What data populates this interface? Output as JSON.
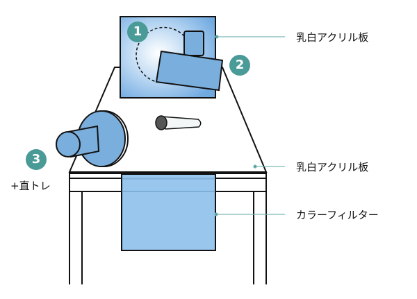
{
  "labels": {
    "acrylic_top": "乳白アクリル板",
    "acrylic_table": "乳白アクリル板",
    "color_filter": "カラーフィルター",
    "extra": "+直トレ"
  },
  "markers": [
    "1",
    "2",
    "3"
  ],
  "colors": {
    "teal": "#4a9a98",
    "blue": "#7aaedc",
    "filter": "#92c3ec",
    "leader": "#7ab8b6"
  }
}
